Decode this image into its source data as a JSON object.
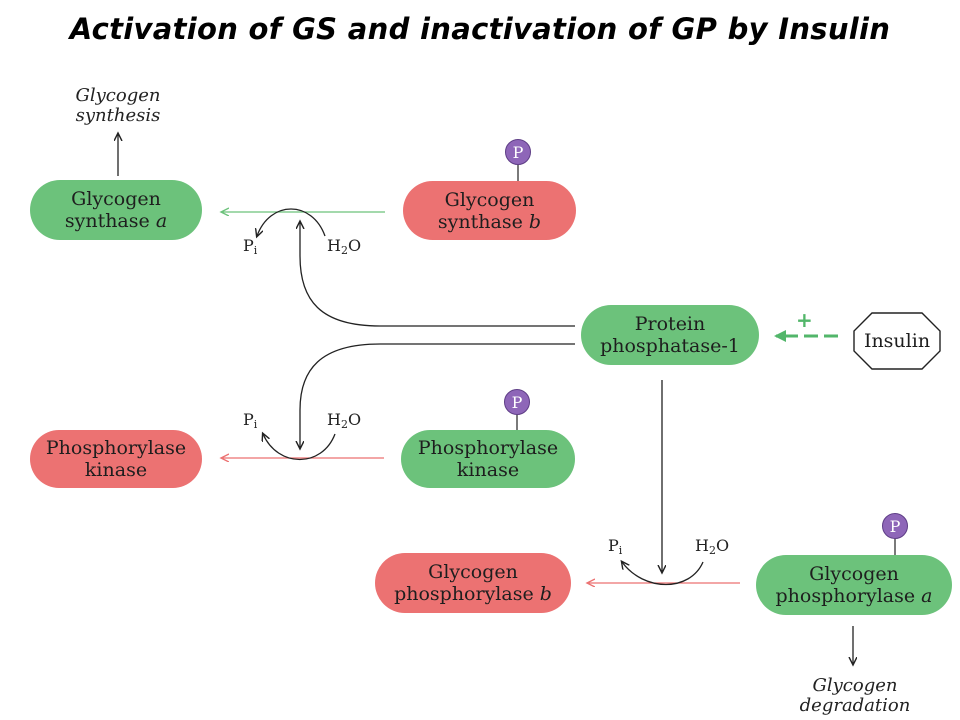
{
  "title": "Activation of GS and inactivation of GP by Insulin",
  "nodes": {
    "glycogen_synthase_a": {
      "line1": "Glycogen",
      "line2a": "synthase ",
      "line2b": "a",
      "state": "active"
    },
    "glycogen_synthase_b": {
      "line1": "Glycogen",
      "line2a": "synthase ",
      "line2b": "b",
      "state": "inactive"
    },
    "protein_phosphatase_1": {
      "line1": "Protein",
      "line2": "phosphatase-1",
      "state": "active"
    },
    "insulin": {
      "label": "Insulin"
    },
    "phosphorylase_kinase_inactive": {
      "line1": "Phosphorylase",
      "line2": "kinase",
      "state": "inactive"
    },
    "phosphorylase_kinase_active": {
      "line1": "Phosphorylase",
      "line2": "kinase",
      "state": "active"
    },
    "glycogen_phosphorylase_b": {
      "line1": "Glycogen",
      "line2a": "phosphorylase ",
      "line2b": "b",
      "state": "inactive"
    },
    "glycogen_phosphorylase_a": {
      "line1": "Glycogen",
      "line2a": "phosphorylase ",
      "line2b": "a",
      "state": "active"
    }
  },
  "phospho_tag": "P",
  "reaction_labels": {
    "pi_base": "P",
    "pi_sub": "i",
    "h2o_h": "H",
    "h2o_sub": "2",
    "h2o_o": "O"
  },
  "plus_sign": "+",
  "outcomes": {
    "synthesis": {
      "line1": "Glycogen",
      "line2": "synthesis"
    },
    "degradation": {
      "line1": "Glycogen",
      "line2": "degradation"
    }
  },
  "colors": {
    "active": "#6cc27b",
    "inactive": "#ec7272",
    "phospho": "#8e66b8",
    "green_arrow": "#6cc27b",
    "red_arrow": "#ec7272"
  }
}
